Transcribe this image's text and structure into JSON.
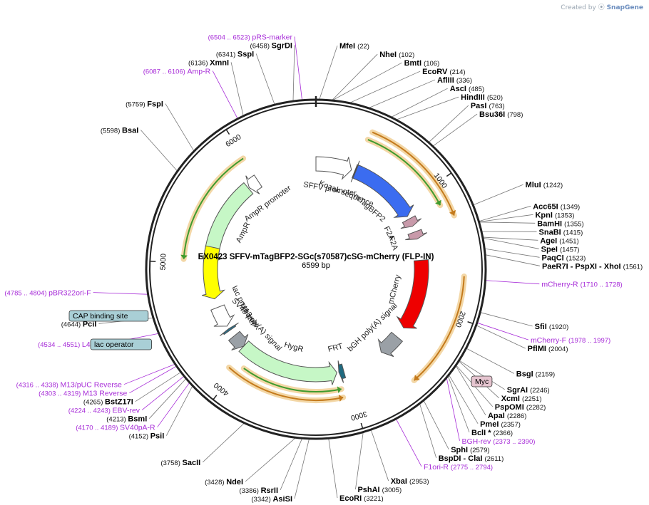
{
  "credit": {
    "prefix": "Created by",
    "brand": "SnapGene"
  },
  "plasmid": {
    "name": "EX0423 SFFV-mTagBFP2-SGc(s70587)cSG-mCherry (FLP-IN)",
    "length_label": "6599 bp",
    "length": 6599
  },
  "ticks": [
    {
      "bp": 1000,
      "label": "1000"
    },
    {
      "bp": 2000,
      "label": "2000"
    },
    {
      "bp": 3000,
      "label": "3000"
    },
    {
      "bp": 4000,
      "label": "4000"
    },
    {
      "bp": 5000,
      "label": "5000"
    },
    {
      "bp": 6000,
      "label": "6000"
    }
  ],
  "enzymes": [
    {
      "name": "MfeI",
      "pos": "(22)",
      "bp": 22
    },
    {
      "name": "NheI",
      "pos": "(102)",
      "bp": 102
    },
    {
      "name": "BmtI",
      "pos": "(106)",
      "bp": 106
    },
    {
      "name": "EcoRV",
      "pos": "(214)",
      "bp": 214
    },
    {
      "name": "AflIII",
      "pos": "(336)",
      "bp": 336
    },
    {
      "name": "AscI",
      "pos": "(485)",
      "bp": 485
    },
    {
      "name": "HindIII",
      "pos": "(520)",
      "bp": 520
    },
    {
      "name": "PasI",
      "pos": "(763)",
      "bp": 763
    },
    {
      "name": "Bsu36I",
      "pos": "(798)",
      "bp": 798
    },
    {
      "name": "MluI",
      "pos": "(1242)",
      "bp": 1242
    },
    {
      "name": "Acc65I",
      "pos": "(1349)",
      "bp": 1349
    },
    {
      "name": "KpnI",
      "pos": "(1353)",
      "bp": 1353
    },
    {
      "name": "BamHI",
      "pos": "(1355)",
      "bp": 1355
    },
    {
      "name": "SnaBI",
      "pos": "(1415)",
      "bp": 1415
    },
    {
      "name": "AgeI",
      "pos": "(1451)",
      "bp": 1451
    },
    {
      "name": "SpeI",
      "pos": "(1457)",
      "bp": 1457
    },
    {
      "name": "PaqCI",
      "pos": "(1523)",
      "bp": 1523
    },
    {
      "name": "PaeR7I - PspXI - XhoI",
      "pos": "(1561)",
      "bp": 1561
    },
    {
      "name": "SfiI",
      "pos": "(1920)",
      "bp": 1920
    },
    {
      "name": "PflMI",
      "pos": "(2004)",
      "bp": 2004
    },
    {
      "name": "BsgI",
      "pos": "(2159)",
      "bp": 2159
    },
    {
      "name": "SgrAI",
      "pos": "(2246)",
      "bp": 2246
    },
    {
      "name": "XcmI",
      "pos": "(2251)",
      "bp": 2251
    },
    {
      "name": "PspOMI",
      "pos": "(2282)",
      "bp": 2282
    },
    {
      "name": "ApaI",
      "pos": "(2286)",
      "bp": 2286
    },
    {
      "name": "PmeI",
      "pos": "(2357)",
      "bp": 2357
    },
    {
      "name": "BclI *",
      "pos": "(2366)",
      "bp": 2366
    },
    {
      "name": "SphI",
      "pos": "(2579)",
      "bp": 2579
    },
    {
      "name": "BspDI - ClaI",
      "pos": "(2611)",
      "bp": 2611
    },
    {
      "name": "XbaI",
      "pos": "(2953)",
      "bp": 2953
    },
    {
      "name": "PshAI",
      "pos": "(3005)",
      "bp": 3005
    },
    {
      "name": "EcoRI",
      "pos": "(3221)",
      "bp": 3221
    },
    {
      "name": "AsiSI",
      "pos": "(3342)",
      "bp": 3342
    },
    {
      "name": "RsrII",
      "pos": "(3386)",
      "bp": 3386
    },
    {
      "name": "NdeI",
      "pos": "(3428)",
      "bp": 3428
    },
    {
      "name": "SacII",
      "pos": "(3758)",
      "bp": 3758
    },
    {
      "name": "PsiI",
      "pos": "(4152)",
      "bp": 4152
    },
    {
      "name": "BsmI",
      "pos": "(4213)",
      "bp": 4213
    },
    {
      "name": "BstZ17I",
      "pos": "(4265)",
      "bp": 4265
    },
    {
      "name": "PciI",
      "pos": "(4644)",
      "bp": 4644
    },
    {
      "name": "BsaI",
      "pos": "(5598)",
      "bp": 5598
    },
    {
      "name": "FspI",
      "pos": "(5759)",
      "bp": 5759
    },
    {
      "name": "XmnI",
      "pos": "(6136)",
      "bp": 6136
    },
    {
      "name": "SspI",
      "pos": "(6341)",
      "bp": 6341
    },
    {
      "name": "SgrDI",
      "pos": "(6458)",
      "bp": 6458
    }
  ],
  "primers": [
    {
      "name": "pRS-marker",
      "range": "(6504 .. 6523)",
      "bp": 6513
    },
    {
      "name": "Amp-R",
      "range": "(6087 .. 6106)",
      "bp": 6096
    },
    {
      "name": "mCherry-R",
      "range": "(1710 .. 1728)",
      "bp": 1719
    },
    {
      "name": "mCherry-F",
      "range": "(1978 .. 1997)",
      "bp": 1987
    },
    {
      "name": "BGH-rev",
      "range": "(2373 .. 2390)",
      "bp": 2381
    },
    {
      "name": "F1ori-R",
      "range": "(2775 .. 2794)",
      "bp": 2784
    },
    {
      "name": "pBR322ori-F",
      "range": "(4785 .. 4804)",
      "bp": 4794
    },
    {
      "name": "L4440",
      "range": "(4534 .. 4551)",
      "bp": 4542
    },
    {
      "name": "M13/pUC Reverse",
      "range": "(4316 .. 4338)",
      "bp": 4327
    },
    {
      "name": "M13 Reverse",
      "range": "(4303 .. 4319)",
      "bp": 4311
    },
    {
      "name": "EBV-rev",
      "range": "(4224 .. 4243)",
      "bp": 4233
    },
    {
      "name": "SV40pA-R",
      "range": "(4170 .. 4189)",
      "bp": 4180
    }
  ],
  "badges": [
    {
      "name": "CAP binding site",
      "color": "#a9cfd6"
    },
    {
      "name": "lac operator",
      "color": "#a9cfd6"
    },
    {
      "name": "Myc",
      "color": "#e5c4cf"
    }
  ],
  "features": [
    {
      "name": "SFFV promoter",
      "color": "#ffffff",
      "text": "#333333",
      "start": 0,
      "end": 360
    },
    {
      "name": "mTagBFP2",
      "color": "#3b6cf0",
      "text": "#ffffff",
      "start": 405,
      "end": 1100
    },
    {
      "name": "Kozak sequence",
      "color": "#333333",
      "text": "#333333",
      "start": 395,
      "end": 405
    },
    {
      "name": "F2A",
      "color": "#c89aaa",
      "text": "#333333",
      "start": 1130,
      "end": 1210
    },
    {
      "name": "F2A",
      "color": "#c89aaa",
      "text": "#333333",
      "start": 1270,
      "end": 1345
    },
    {
      "name": "mCherry",
      "color": "#ee0000",
      "text": "#ffffff",
      "start": 1560,
      "end": 2270
    },
    {
      "name": "bGH poly(A) signal",
      "color": "#9aa0a6",
      "text": "#333333",
      "start": 2380,
      "end": 2600
    },
    {
      "name": "FRT",
      "color": "#1f6b80",
      "text": "#333333",
      "start": 3020,
      "end": 3070
    },
    {
      "name": "HygR",
      "color": "#c6f7c6",
      "text": "#333333",
      "start": 3090,
      "end": 4090
    },
    {
      "name": "SV40 poly(A) signal",
      "color": "#9aa0a6",
      "text": "#333333",
      "start": 4090,
      "end": 4230
    },
    {
      "name": "M13 rev",
      "color": "#2a6f8a",
      "text": "#333333",
      "start": 4300,
      "end": 4320
    },
    {
      "name": "lac promoter",
      "color": "#ffffff",
      "text": "#333333",
      "start": 4350,
      "end": 4560
    },
    {
      "name": "AmpR",
      "color": "#c6f7c6",
      "text": "#333333",
      "start": 5010,
      "end": 5870
    },
    {
      "name": "AmpR promoter",
      "color": "#ffffff",
      "text": "#333333",
      "start": 5880,
      "end": 5990
    }
  ],
  "ori": {
    "color": "#ffff00",
    "start": 4650,
    "end": 5170
  },
  "outer_arcs": [
    {
      "color": "#3f9b2e",
      "halo": "#f3d7a6",
      "start": 400,
      "end": 1150,
      "direction": "forward"
    },
    {
      "color": "#c47a1c",
      "halo": "#f3d7a6",
      "start": 410,
      "end": 1260,
      "direction": "forward"
    },
    {
      "color": "#c47a1c",
      "halo": "#f3d7a6",
      "start": 1700,
      "end": 2540,
      "direction": "forward"
    },
    {
      "color": "#3f9b2e",
      "halo": "#f3d7a6",
      "start": 3080,
      "end": 3960,
      "direction": "reverse"
    },
    {
      "color": "#c47a1c",
      "halo": "#f3d7a6",
      "start": 3080,
      "end": 4060,
      "direction": "reverse"
    },
    {
      "color": "#3f9b2e",
      "halo": "#f3d7a6",
      "start": 5030,
      "end": 5990,
      "direction": "reverse"
    }
  ],
  "colors": {
    "backbone": "#222222",
    "leader": "#777777",
    "primer": "#a72cd8"
  }
}
